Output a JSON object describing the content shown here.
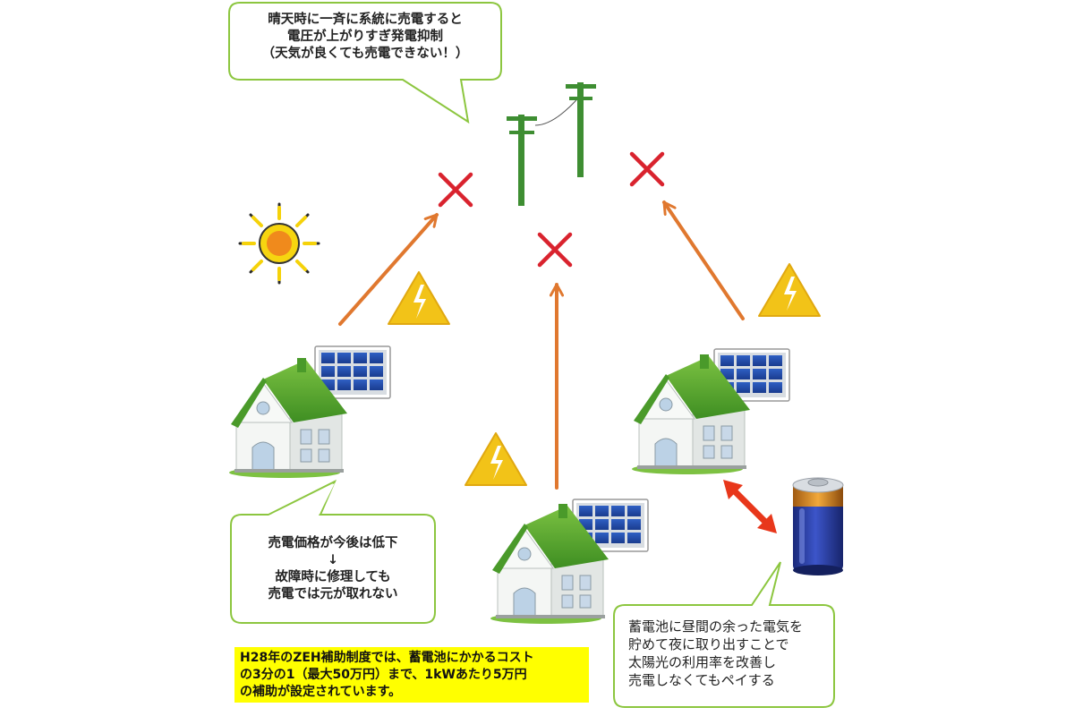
{
  "bubbles": {
    "top": [
      "晴天時に一斉に系統に売電すると",
      "電圧が上がりすぎ発電抑制",
      "（天気が良くても売電できない！）"
    ],
    "left": [
      "売電価格が今後は低下",
      "↓",
      "故障時に修理しても",
      "売電では元が取れない"
    ],
    "right": [
      "蓄電池に昼間の余った電気を",
      "貯めて夜に取り出すことで",
      "太陽光の利用率を改善し",
      "売電しなくてもペイする"
    ]
  },
  "note": [
    "H28年のZEH補助制度では、蓄電池にかかるコスト",
    "の3分の1（最大50万円）まで、1kWあたり5万円",
    "の補助が設定されています。"
  ],
  "icons": [
    "sun-icon",
    "utility-pole-icon",
    "cross-mark-icon",
    "warning-lightning-icon",
    "house-icon",
    "solar-panel-icon",
    "battery-icon",
    "double-arrow-icon"
  ],
  "colors": {
    "bubble_border": "#8cc63f",
    "arrow": "#e0782f",
    "cross": "#d9232e",
    "pole": "#3e8e32",
    "roof": "#5aa832",
    "warning": "#f2c318",
    "note_bg": "#ffff00",
    "battery": "#2a3fa8",
    "double_arrow": "#e8371b"
  }
}
